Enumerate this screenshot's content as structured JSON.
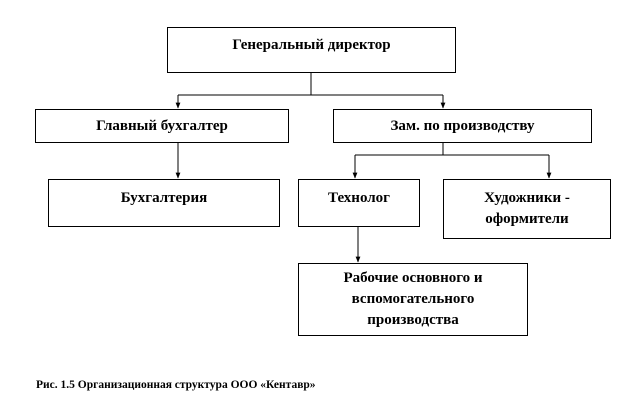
{
  "boxes": {
    "general_director": "Генеральный директор",
    "chief_accountant": "Главный бухгалтер",
    "deputy_production": "Зам. по производству",
    "accounting": "Бухгалтерия",
    "technologist": "Технолог",
    "artists": "Художники -\nоформители",
    "workers": "Рабочие основного и\nвспомогательного\nпроизводства"
  },
  "caption": "Рис. 1.5 Организационная структура ООО «Кентавр»",
  "colors": {
    "line": "#000000",
    "background": "#ffffff"
  }
}
